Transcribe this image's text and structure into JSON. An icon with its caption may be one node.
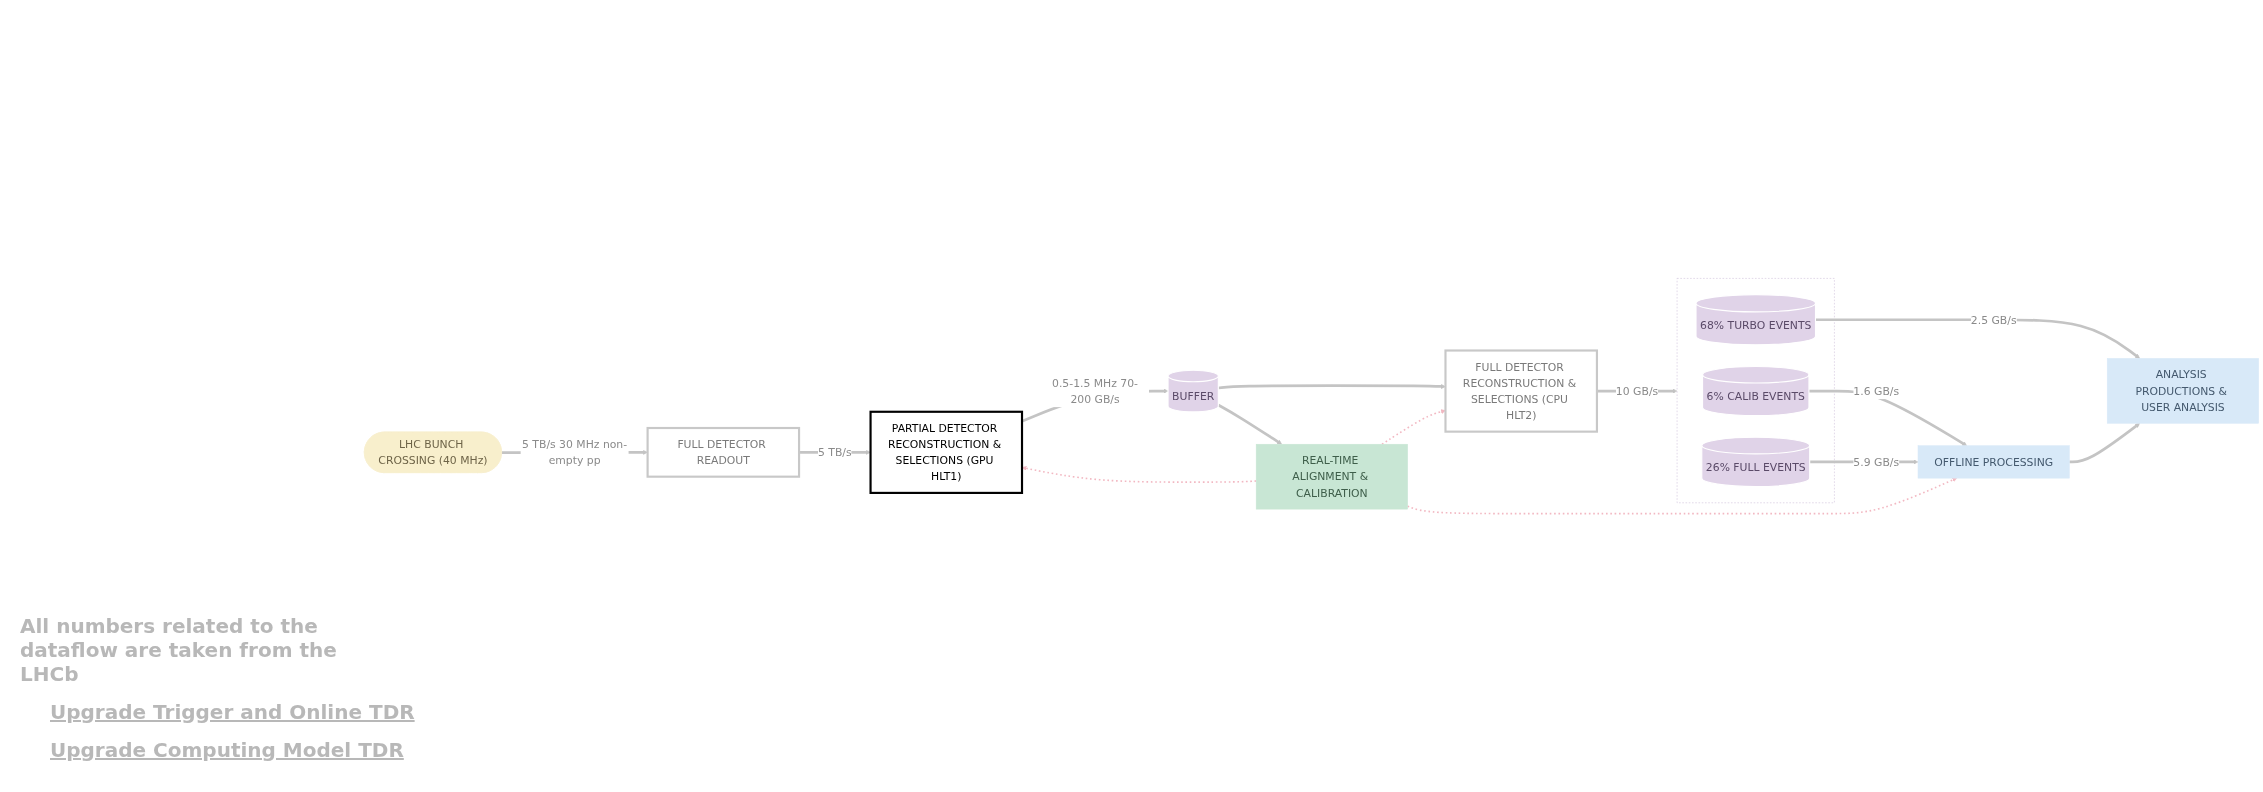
{
  "diagram": {
    "nodes": [
      {
        "text": [
          "LHC BUNCH CROSSING (40 MHz)"
        ]
      },
      {
        "text": [
          "FULL DETECTOR READOUT"
        ]
      },
      {
        "text": [
          "PARTIAL DETECTOR RECONSTRUCTION & SELECTIONS (GPU HLT1)"
        ]
      },
      {
        "text": [
          "REAL-TIME ALIGNMENT & CALIBRATION"
        ]
      },
      {
        "text": [
          "BUFFER"
        ]
      },
      {
        "text": [
          "FULL DETECTOR RECONSTRUCTION & SELECTIONS (CPU HLT2)"
        ]
      },
      {
        "text": [],
        "shape": "box"
      },
      {
        "text": [
          "6% CALIB EVENTS"
        ],
        "in": 6
      },
      {
        "text": [
          "26% FULL EVENTS"
        ],
        "in": 6
      },
      {
        "text": [
          "68% TURBO EVENTS"
        ],
        "in": 6
      },
      {
        "text": [
          "OFFLINE PROCESSING"
        ]
      },
      {
        "text": [
          "ANALYSIS PRODUCTIONS & USER ANALYSIS"
        ]
      }
    ],
    "edges": [
      {
        "from": 0,
        "to": 1,
        "arrow": "to",
        "label": "5 TB/s 30 MHz non-empty pp"
      },
      {
        "from": 1,
        "to": 2,
        "arrow": "to",
        "label": "5 TB/s"
      },
      {
        "from": 2,
        "to": 4,
        "arrow": "to",
        "label": "0.5-1.5 MHz 70-200 GB/s"
      },
      {
        "from": 4,
        "to": 3,
        "arrow": "to"
      },
      {
        "from": 4,
        "to": 5,
        "arrow": "to"
      },
      {
        "from": 5,
        "to": 6,
        "arrow": "to",
        "label": "10 GB/s"
      },
      {
        "from": 7,
        "to": 10,
        "arrow": "to",
        "label": "1.6 GB/s"
      },
      {
        "from": 8,
        "to": 10,
        "arrow": "to",
        "label": "5.9 GB/s"
      },
      {
        "from": 9,
        "to": 11,
        "arrow": "to",
        "label": "2.5 GB/s"
      },
      {
        "from": 10,
        "to": 11,
        "arrow": "to"
      },
      {
        "from": 3,
        "to": 2,
        "arrow": "to",
        "style": "dashed",
        "color": "#f2b8c2"
      },
      {
        "from": 3,
        "to": 5,
        "arrow": "to",
        "style": "dashed",
        "color": "#f2b8c2"
      },
      {
        "from": 3,
        "to": 10,
        "arrow": "to",
        "style": "dashed",
        "color": "#f2b8c2"
      }
    ],
    "labels": [
      "All numbers related to the dataflow are taken from the LHCb",
      "Upgrade Trigger and Online TDR",
      "Upgrade Computing Model TDR"
    ]
  }
}
